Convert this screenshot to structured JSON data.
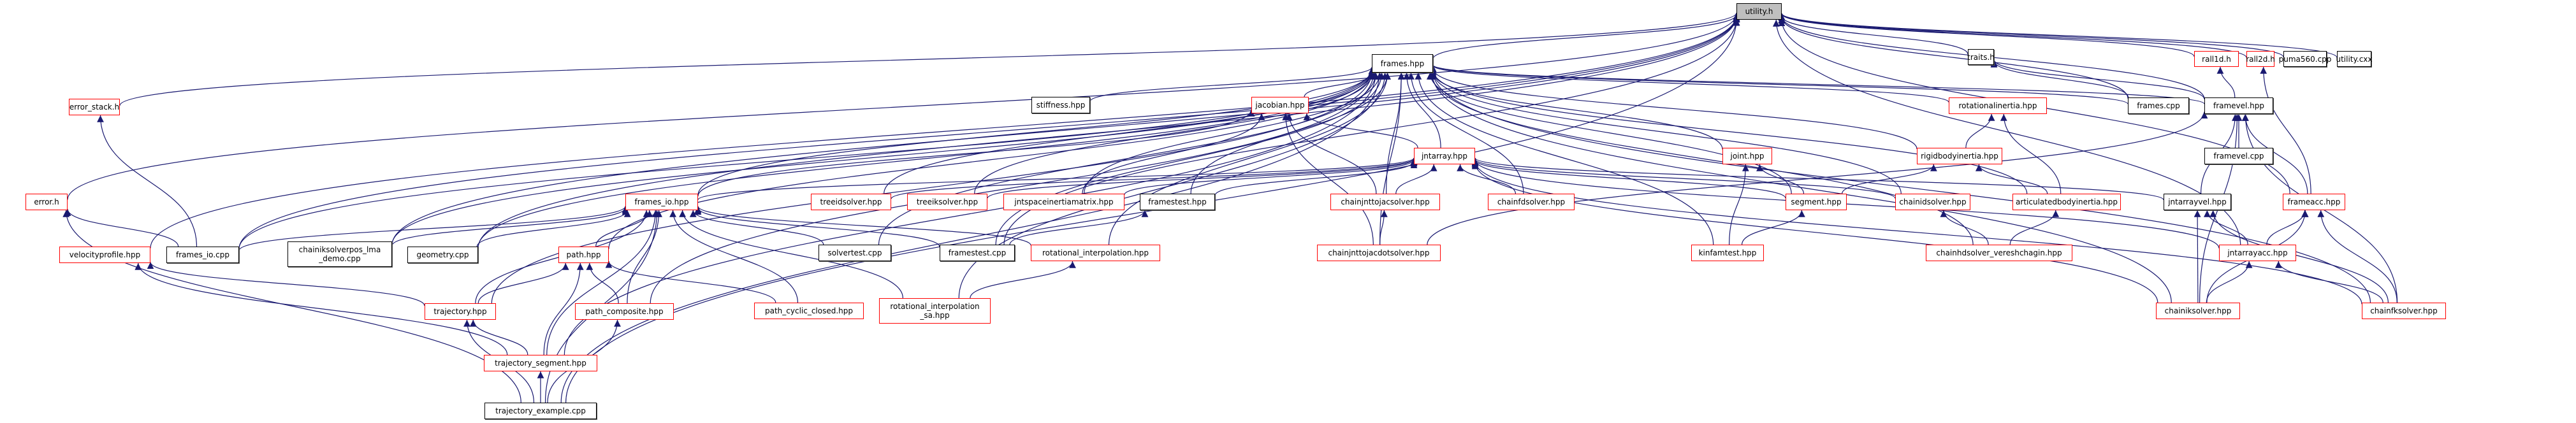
{
  "title": "utility.h include dependency graph",
  "colors": {
    "edge": "#191970",
    "node_border_documented": "#000000",
    "node_border_undocumented": "#ff0000",
    "root_fill": "#bfbfbf"
  },
  "nodes": [
    {
      "id": "utility_h",
      "label": "utility.h",
      "kind": "root"
    },
    {
      "id": "frames_hpp",
      "label": "frames.hpp",
      "kind": "doc"
    },
    {
      "id": "traits_h",
      "label": "traits.h",
      "kind": "doc"
    },
    {
      "id": "rall1d_h",
      "label": "rall1d.h",
      "kind": "red"
    },
    {
      "id": "rall2d_h",
      "label": "rall2d.h",
      "kind": "red"
    },
    {
      "id": "puma560_cpp",
      "label": "puma560.cpp",
      "kind": "doc"
    },
    {
      "id": "utility_cxx",
      "label": "utility.cxx",
      "kind": "doc"
    },
    {
      "id": "error_stack_h",
      "label": "error_stack.h",
      "kind": "red"
    },
    {
      "id": "stiffness_hpp",
      "label": "stiffness.hpp",
      "kind": "doc"
    },
    {
      "id": "jacobian_hpp",
      "label": "jacobian.hpp",
      "kind": "red"
    },
    {
      "id": "rotationalinertia_hpp",
      "label": "rotationalinertia.hpp",
      "kind": "red"
    },
    {
      "id": "frames_cpp",
      "label": "frames.cpp",
      "kind": "doc"
    },
    {
      "id": "framevel_hpp",
      "label": "framevel.hpp",
      "kind": "doc"
    },
    {
      "id": "jntarray_hpp",
      "label": "jntarray.hpp",
      "kind": "red"
    },
    {
      "id": "joint_hpp",
      "label": "joint.hpp",
      "kind": "red"
    },
    {
      "id": "rigidbodyinertia_hpp",
      "label": "rigidbodyinertia.hpp",
      "kind": "red"
    },
    {
      "id": "framevel_cpp",
      "label": "framevel.cpp",
      "kind": "doc"
    },
    {
      "id": "error_h",
      "label": "error.h",
      "kind": "red"
    },
    {
      "id": "frames_io_hpp",
      "label": "frames_io.hpp",
      "kind": "red"
    },
    {
      "id": "treeidsolver_hpp",
      "label": "treeidsolver.hpp",
      "kind": "red"
    },
    {
      "id": "treeiksolver_hpp",
      "label": "treeiksolver.hpp",
      "kind": "red"
    },
    {
      "id": "jntspaceinertiamatrix_hpp",
      "label": "jntspaceinertiamatrix.hpp",
      "kind": "red"
    },
    {
      "id": "framestest_hpp",
      "label": "framestest.hpp",
      "kind": "doc"
    },
    {
      "id": "chainjnttojacsolver_hpp",
      "label": "chainjnttojacsolver.hpp",
      "kind": "red"
    },
    {
      "id": "chainfdsolver_hpp",
      "label": "chainfdsolver.hpp",
      "kind": "red"
    },
    {
      "id": "segment_hpp",
      "label": "segment.hpp",
      "kind": "red"
    },
    {
      "id": "chainidsolver_hpp",
      "label": "chainidsolver.hpp",
      "kind": "red"
    },
    {
      "id": "articulatedbodyinertia_hpp",
      "label": "articulatedbodyinertia.hpp",
      "kind": "red"
    },
    {
      "id": "jntarrayvel_hpp",
      "label": "jntarrayvel.hpp",
      "kind": "doc"
    },
    {
      "id": "frameacc_hpp",
      "label": "frameacc.hpp",
      "kind": "red"
    },
    {
      "id": "velocityprofile_hpp",
      "label": "velocityprofile.hpp",
      "kind": "red"
    },
    {
      "id": "frames_io_cpp",
      "label": "frames_io.cpp",
      "kind": "doc"
    },
    {
      "id": "chainiksolverpos_lma_demo_cpp",
      "label": "chainiksolverpos_lma\n_demo.cpp",
      "kind": "doc"
    },
    {
      "id": "geometry_cpp",
      "label": "geometry.cpp",
      "kind": "doc"
    },
    {
      "id": "path_hpp",
      "label": "path.hpp",
      "kind": "red"
    },
    {
      "id": "solvertest_cpp",
      "label": "solvertest.cpp",
      "kind": "doc"
    },
    {
      "id": "framestest_cpp",
      "label": "framestest.cpp",
      "kind": "doc"
    },
    {
      "id": "rotational_interpolation_hpp",
      "label": "rotational_interpolation.hpp",
      "kind": "red"
    },
    {
      "id": "chainjnttojacdotsolver_hpp",
      "label": "chainjnttojacdotsolver.hpp",
      "kind": "red"
    },
    {
      "id": "kinfamtest_hpp",
      "label": "kinfamtest.hpp",
      "kind": "red"
    },
    {
      "id": "chainhdsolver_vereshchagin_hpp",
      "label": "chainhdsolver_vereshchagin.hpp",
      "kind": "red"
    },
    {
      "id": "jntarrayacc_hpp",
      "label": "jntarrayacc.hpp",
      "kind": "red"
    },
    {
      "id": "trajectory_hpp",
      "label": "trajectory.hpp",
      "kind": "red"
    },
    {
      "id": "path_composite_hpp",
      "label": "path_composite.hpp",
      "kind": "red"
    },
    {
      "id": "path_cyclic_closed_hpp",
      "label": "path_cyclic_closed.hpp",
      "kind": "red"
    },
    {
      "id": "rotational_interpolation_sa_hpp",
      "label": "rotational_interpolation\n_sa.hpp",
      "kind": "red"
    },
    {
      "id": "chainiksolver_hpp",
      "label": "chainiksolver.hpp",
      "kind": "red"
    },
    {
      "id": "chainfksolver_hpp",
      "label": "chainfksolver.hpp",
      "kind": "red"
    },
    {
      "id": "trajectory_segment_hpp",
      "label": "trajectory_segment.hpp",
      "kind": "red"
    },
    {
      "id": "trajectory_example_cpp",
      "label": "trajectory_example.cpp",
      "kind": "doc"
    }
  ],
  "edges": [
    [
      "frames_hpp",
      "utility_h"
    ],
    [
      "traits_h",
      "utility_h"
    ],
    [
      "rall1d_h",
      "utility_h"
    ],
    [
      "rall2d_h",
      "utility_h"
    ],
    [
      "puma560_cpp",
      "utility_h"
    ],
    [
      "utility_cxx",
      "utility_h"
    ],
    [
      "error_stack_h",
      "utility_h"
    ],
    [
      "error_h",
      "utility_h"
    ],
    [
      "frames_cpp",
      "utility_h"
    ],
    [
      "framevel_hpp",
      "utility_h"
    ],
    [
      "frames_io_cpp",
      "utility_h"
    ],
    [
      "geometry_cpp",
      "utility_h"
    ],
    [
      "velocityprofile_hpp",
      "utility_h"
    ],
    [
      "chainiksolverpos_lma_demo_cpp",
      "utility_h"
    ],
    [
      "trajectory_example_cpp",
      "utility_h"
    ],
    [
      "jntarrayacc_hpp",
      "utility_h"
    ],
    [
      "framestest_cpp",
      "utility_h"
    ],
    [
      "frameacc_hpp",
      "utility_h"
    ],
    [
      "stiffness_hpp",
      "frames_hpp"
    ],
    [
      "jacobian_hpp",
      "frames_hpp"
    ],
    [
      "jntarray_hpp",
      "frames_hpp"
    ],
    [
      "frames_io_hpp",
      "frames_hpp"
    ],
    [
      "rotationalinertia_hpp",
      "frames_hpp"
    ],
    [
      "frames_cpp",
      "frames_hpp"
    ],
    [
      "framevel_hpp",
      "frames_hpp"
    ],
    [
      "joint_hpp",
      "frames_hpp"
    ],
    [
      "rigidbodyinertia_hpp",
      "frames_hpp"
    ],
    [
      "segment_hpp",
      "frames_hpp"
    ],
    [
      "chainfdsolver_hpp",
      "frames_hpp"
    ],
    [
      "chainidsolver_hpp",
      "frames_hpp"
    ],
    [
      "articulatedbodyinertia_hpp",
      "frames_hpp"
    ],
    [
      "treeidsolver_hpp",
      "frames_hpp"
    ],
    [
      "treeiksolver_hpp",
      "frames_hpp"
    ],
    [
      "jntspaceinertiamatrix_hpp",
      "frames_hpp"
    ],
    [
      "framestest_hpp",
      "frames_hpp"
    ],
    [
      "chainjnttojacsolver_hpp",
      "frames_hpp"
    ],
    [
      "chainjnttojacdotsolver_hpp",
      "frames_hpp"
    ],
    [
      "kinfamtest_hpp",
      "frames_hpp"
    ],
    [
      "frames_io_cpp",
      "frames_hpp"
    ],
    [
      "geometry_cpp",
      "frames_hpp"
    ],
    [
      "path_hpp",
      "frames_hpp"
    ],
    [
      "trajectory_hpp",
      "frames_hpp"
    ],
    [
      "rotational_interpolation_hpp",
      "frames_hpp"
    ],
    [
      "rotational_interpolation_sa_hpp",
      "frames_hpp"
    ],
    [
      "chainiksolver_hpp",
      "frames_hpp"
    ],
    [
      "chainfksolver_hpp",
      "frames_hpp"
    ],
    [
      "trajectory_example_cpp",
      "frames_hpp"
    ],
    [
      "solvertest_cpp",
      "frames_hpp"
    ],
    [
      "framestest_cpp",
      "frames_hpp"
    ],
    [
      "chainiksolverpos_lma_demo_cpp",
      "frames_hpp"
    ],
    [
      "path_composite_hpp",
      "frames_hpp"
    ],
    [
      "chainhdsolver_vereshchagin_hpp",
      "frames_hpp"
    ],
    [
      "trajectory_segment_hpp",
      "frames_hpp"
    ],
    [
      "frames_cpp",
      "traits_h"
    ],
    [
      "framevel_hpp",
      "traits_h"
    ],
    [
      "framevel_hpp",
      "rall1d_h"
    ],
    [
      "frameacc_hpp",
      "rall2d_h"
    ],
    [
      "frames_io_cpp",
      "error_stack_h"
    ],
    [
      "frames_io_cpp",
      "error_h"
    ],
    [
      "trajectory_example_cpp",
      "error_h"
    ],
    [
      "jntarray_hpp",
      "jacobian_hpp"
    ],
    [
      "frames_io_hpp",
      "jacobian_hpp"
    ],
    [
      "chainjnttojacsolver_hpp",
      "jacobian_hpp"
    ],
    [
      "chainjnttojacdotsolver_hpp",
      "jacobian_hpp"
    ],
    [
      "jntspaceinertiamatrix_hpp",
      "jacobian_hpp"
    ],
    [
      "rigidbodyinertia_hpp",
      "rotationalinertia_hpp"
    ],
    [
      "articulatedbodyinertia_hpp",
      "rotationalinertia_hpp"
    ],
    [
      "framevel_cpp",
      "framevel_hpp"
    ],
    [
      "jntarrayvel_hpp",
      "framevel_hpp"
    ],
    [
      "frameacc_hpp",
      "framevel_hpp"
    ],
    [
      "chainiksolver_hpp",
      "framevel_hpp"
    ],
    [
      "chainfksolver_hpp",
      "framevel_hpp"
    ],
    [
      "chainjnttojacdotsolver_hpp",
      "framevel_hpp"
    ],
    [
      "frames_io_hpp",
      "jntarray_hpp"
    ],
    [
      "treeidsolver_hpp",
      "jntarray_hpp"
    ],
    [
      "treeiksolver_hpp",
      "jntarray_hpp"
    ],
    [
      "jntspaceinertiamatrix_hpp",
      "jntarray_hpp"
    ],
    [
      "framestest_hpp",
      "jntarray_hpp"
    ],
    [
      "chainjnttojacsolver_hpp",
      "jntarray_hpp"
    ],
    [
      "chainfdsolver_hpp",
      "jntarray_hpp"
    ],
    [
      "segment_hpp",
      "jntarray_hpp"
    ],
    [
      "chainidsolver_hpp",
      "jntarray_hpp"
    ],
    [
      "jntarrayvel_hpp",
      "jntarray_hpp"
    ],
    [
      "jntarrayacc_hpp",
      "jntarray_hpp"
    ],
    [
      "chainiksolver_hpp",
      "jntarray_hpp"
    ],
    [
      "chainfksolver_hpp",
      "jntarray_hpp"
    ],
    [
      "segment_hpp",
      "joint_hpp"
    ],
    [
      "kinfamtest_hpp",
      "joint_hpp"
    ],
    [
      "kinfamtest_hpp",
      "segment_hpp"
    ],
    [
      "segment_hpp",
      "rigidbodyinertia_hpp"
    ],
    [
      "articulatedbodyinertia_hpp",
      "rigidbodyinertia_hpp"
    ],
    [
      "frames_io_cpp",
      "frames_io_hpp"
    ],
    [
      "chainiksolverpos_lma_demo_cpp",
      "frames_io_hpp"
    ],
    [
      "geometry_cpp",
      "frames_io_hpp"
    ],
    [
      "path_hpp",
      "frames_io_hpp"
    ],
    [
      "solvertest_cpp",
      "frames_io_hpp"
    ],
    [
      "framestest_cpp",
      "frames_io_hpp"
    ],
    [
      "rotational_interpolation_hpp",
      "frames_io_hpp"
    ],
    [
      "trajectory_hpp",
      "frames_io_hpp"
    ],
    [
      "path_composite_hpp",
      "frames_io_hpp"
    ],
    [
      "path_cyclic_closed_hpp",
      "frames_io_hpp"
    ],
    [
      "rotational_interpolation_sa_hpp",
      "frames_io_hpp"
    ],
    [
      "trajectory_segment_hpp",
      "frames_io_hpp"
    ],
    [
      "trajectory_example_cpp",
      "frames_io_hpp"
    ],
    [
      "framestest_cpp",
      "framestest_hpp"
    ],
    [
      "chainjnttojacdotsolver_hpp",
      "chainjnttojacsolver_hpp"
    ],
    [
      "chainhdsolver_vereshchagin_hpp",
      "chainidsolver_hpp"
    ],
    [
      "chainhdsolver_vereshchagin_hpp",
      "articulatedbodyinertia_hpp"
    ],
    [
      "jntarrayacc_hpp",
      "jntarrayvel_hpp"
    ],
    [
      "chainiksolver_hpp",
      "jntarrayvel_hpp"
    ],
    [
      "chainfksolver_hpp",
      "jntarrayvel_hpp"
    ],
    [
      "jntarrayacc_hpp",
      "frameacc_hpp"
    ],
    [
      "chainiksolver_hpp",
      "frameacc_hpp"
    ],
    [
      "chainfksolver_hpp",
      "frameacc_hpp"
    ],
    [
      "chainiksolver_hpp",
      "jntarrayacc_hpp"
    ],
    [
      "chainfksolver_hpp",
      "jntarrayacc_hpp"
    ],
    [
      "trajectory_hpp",
      "velocityprofile_hpp"
    ],
    [
      "trajectory_segment_hpp",
      "velocityprofile_hpp"
    ],
    [
      "trajectory_hpp",
      "path_hpp"
    ],
    [
      "path_composite_hpp",
      "path_hpp"
    ],
    [
      "path_cyclic_closed_hpp",
      "path_hpp"
    ],
    [
      "trajectory_segment_hpp",
      "path_hpp"
    ],
    [
      "rotational_interpolation_sa_hpp",
      "rotational_interpolation_hpp"
    ],
    [
      "trajectory_segment_hpp",
      "trajectory_hpp"
    ],
    [
      "trajectory_example_cpp",
      "trajectory_hpp"
    ],
    [
      "trajectory_example_cpp",
      "trajectory_segment_hpp"
    ],
    [
      "trajectory_example_cpp",
      "path_composite_hpp"
    ]
  ]
}
